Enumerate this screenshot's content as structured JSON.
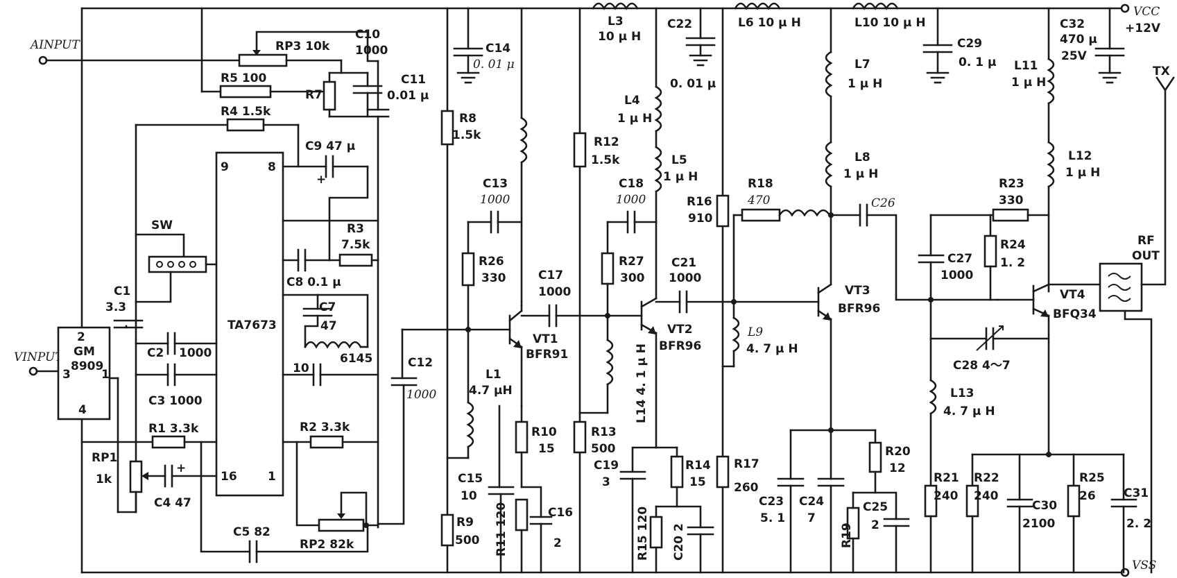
{
  "labels": {
    "a_input": "AINPUT",
    "v_input": "VINPUT",
    "vcc": "VCC",
    "vcc_value": "+12V",
    "vss": "VSS",
    "tx": "TX",
    "rf_out_1": "RF",
    "rf_out_2": "OUT"
  },
  "ics": {
    "main_name": "TA7673",
    "main_pin9": "9",
    "main_pin8": "8",
    "main_pin16": "16",
    "main_pin1": "1",
    "reg_name_1": "GM",
    "reg_name_2": "8909",
    "reg_pin2": "2",
    "reg_pin3": "3",
    "reg_pin1": "1",
    "reg_pin4": "4",
    "sw": "SW"
  },
  "transistors": {
    "vt1_name": "VT1",
    "vt1_type": "BFR91",
    "vt2_name": "VT2",
    "vt2_type": "BFR96",
    "vt3_name": "VT3",
    "vt3_type": "BFR96",
    "vt4_name": "VT4",
    "vt4_type": "BFQ34"
  },
  "resistors": {
    "rp3": "RP3  10k",
    "r5": "R5  100",
    "r4": "R4  1.5k",
    "r7": "R7",
    "r3_name": "R3",
    "r3_value": "7.5k",
    "r1": "R1 3.3k",
    "r2": "R2  3.3k",
    "rp1_name": "RP1",
    "rp1_value": "1k",
    "rp2": "RP2  82k",
    "r8_name": "R8",
    "r8_value": "1.5k",
    "r26_name": "R26",
    "r26_value": "330",
    "r9_name": "R9",
    "r9_value": "500",
    "r10_name": "R10",
    "r10_value": "15",
    "r11": "R11 120",
    "r12_name": "R12",
    "r12_value": "1.5k",
    "r27_name": "R27",
    "r27_value": "300",
    "r13_name": "R13",
    "r13_value": "500",
    "r14_name": "R14",
    "r14_value": "15",
    "r15": "R15 120",
    "r16_name": "R16",
    "r16_value": "910",
    "r17_name": "R17",
    "r17_value": "260",
    "r18_name": "R18",
    "r18_value": "470",
    "r19": "R19",
    "r20_name": "R20",
    "r20_value": "12",
    "r23_name": "R23",
    "r23_value": "330",
    "r24_name": "R24",
    "r24_value": "1. 2",
    "r21_name": "R21",
    "r21_value": "240",
    "r22_name": "R22",
    "r22_value": "240",
    "r25_name": "R25",
    "r25_value": "26"
  },
  "capacitors": {
    "c10_name": "C10",
    "c10_value": "1000",
    "c11_name": "C11",
    "c11_value": "0.01 μ",
    "c9": "C9  47 μ",
    "c8": "C8  0.1 μ",
    "c7_name": "C7",
    "c7_value": "47",
    "c1_name": "C1",
    "c1_value": "3.3",
    "c2_name": "C2",
    "c2_value": "1000",
    "c3": "C3  1000",
    "c4": "C4  47",
    "c5": "C5  82",
    "c10b": "10",
    "l6145": "6145",
    "c12_name": "C12",
    "c12_value": "1000",
    "c14_name": "C14",
    "c14_value": "0. 01 μ",
    "c13_name": "C13",
    "c13_value": "1000",
    "c17_name": "C17",
    "c17_value": "1000",
    "c15_name": "C15",
    "c15_value": "10",
    "c16_name": "C16",
    "c16_value": "2",
    "c22_name": "C22",
    "c22_value": "0. 01 μ",
    "c18_name": "C18",
    "c18_value": "1000",
    "c21_name": "C21",
    "c21_value": "1000",
    "c19_name": "C19",
    "c19_value": "3",
    "c20": "C20 2",
    "c29_name": "C29",
    "c29_value": "0. 1 μ",
    "c26": "C26",
    "c23_name": "C23",
    "c23_value": "5. 1",
    "c24_name": "C24",
    "c24_value": "7",
    "c25_name": "C25",
    "c25_value": "2",
    "c32_name": "C32",
    "c32_value1": "470 μ",
    "c32_value2": "25V",
    "c27_name": "C27",
    "c27_value": "1000",
    "c28": "C28  4～7",
    "c30_name": "C30",
    "c30_value": "2100",
    "c31_name": "C31",
    "c31_value": "2. 2"
  },
  "inductors": {
    "l3_name": "L3",
    "l3_value": "10 μ H",
    "l6": "L6  10 μ H",
    "l10": "L10  10 μ H",
    "l4_name": "L4",
    "l4_value": "1 μ H",
    "l5_name": "L5",
    "l5_value": "1 μ H",
    "l7_name": "L7",
    "l7_value": "1 μ H",
    "l8_name": "L8",
    "l8_value": "1 μ H",
    "l11_name": "L11",
    "l11_value": "1 μ H",
    "l12_name": "L12",
    "l12_value": "1 μ H",
    "l1_name": "L1",
    "l1_value": "4.7 μH",
    "l14": "L14  4. 1 μ H",
    "l9_name": "L9",
    "l9_value": "4. 7 μ H",
    "l13_name": "L13",
    "l13_value": "4. 7 μ H"
  }
}
